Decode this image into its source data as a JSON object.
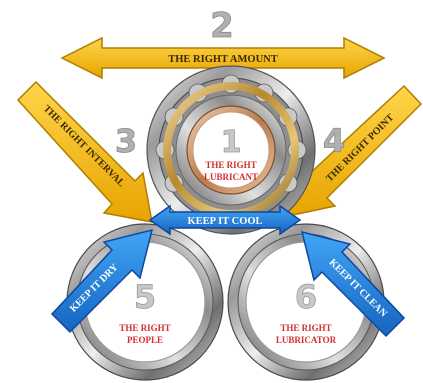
{
  "numbers": {
    "n1": "1",
    "n2": "2",
    "n3": "3",
    "n4": "4",
    "n5": "5",
    "n6": "6"
  },
  "labels": {
    "right_amount": "THE RIGHT AMOUNT",
    "right_interval": "THE RIGHT INTERVAL",
    "right_point": "THE RIGHT POINT",
    "right_lubricant_line1": "THE RIGHT",
    "right_lubricant_line2": "LUBRICANT",
    "keep_cool": "KEEP IT COOL",
    "keep_dry": "KEEP IT DRY",
    "keep_clean": "KEEP IT CLEAN",
    "right_people_line1": "THE RIGHT",
    "right_people_line2": "PEOPLE",
    "right_lubricator_line1": "THE RIGHT",
    "right_lubricator_line2": "LUBRICATOR"
  },
  "colors": {
    "yellow_arrow": "#f2b705",
    "yellow_arrow_edge": "#c98a00",
    "blue_arrow": "#1e88e5",
    "blue_arrow_edge": "#0d5aa7",
    "red_text": "#d32f2f",
    "number_grey": "#9e9e9e"
  }
}
